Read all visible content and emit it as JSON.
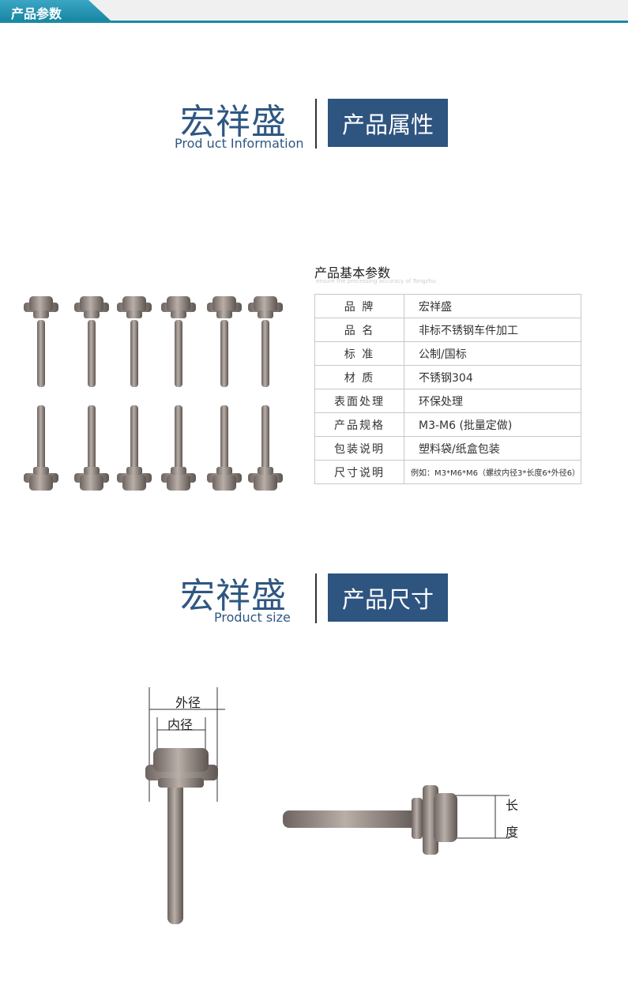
{
  "header": {
    "tab_title": "产品参数"
  },
  "section1": {
    "brand": "宏祥盛",
    "subtitle": "Prod uct Information",
    "box_label": "产品属性"
  },
  "params": {
    "title": "产品基本参数",
    "subtitle": "ensure the processing accuracy of Tongzhu.",
    "rows": [
      {
        "key": "品 牌",
        "value": "宏祥盛"
      },
      {
        "key": "品 名",
        "value": "非标不锈钢车件加工"
      },
      {
        "key": "标 准",
        "value": "公制/国标"
      },
      {
        "key": "材 质",
        "value": "不锈钢304"
      },
      {
        "key": "表面处理",
        "value": "环保处理"
      },
      {
        "key": "产品规格",
        "value": "M3-M6 (批量定做)"
      },
      {
        "key": "包装说明",
        "value": "塑料袋/纸盒包装"
      },
      {
        "key": "尺寸说明",
        "value": "例如：M3*M6*M6（螺纹内径3*长度6*外径6）"
      }
    ]
  },
  "section2": {
    "brand": "宏祥盛",
    "subtitle": "Product size",
    "box_label": "产品尺寸"
  },
  "dimensions": {
    "outer": "外径",
    "inner": "内径",
    "length_1": "长",
    "length_2": "度"
  },
  "colors": {
    "brand": "#2f5782",
    "accent": "#1a8aa6"
  }
}
